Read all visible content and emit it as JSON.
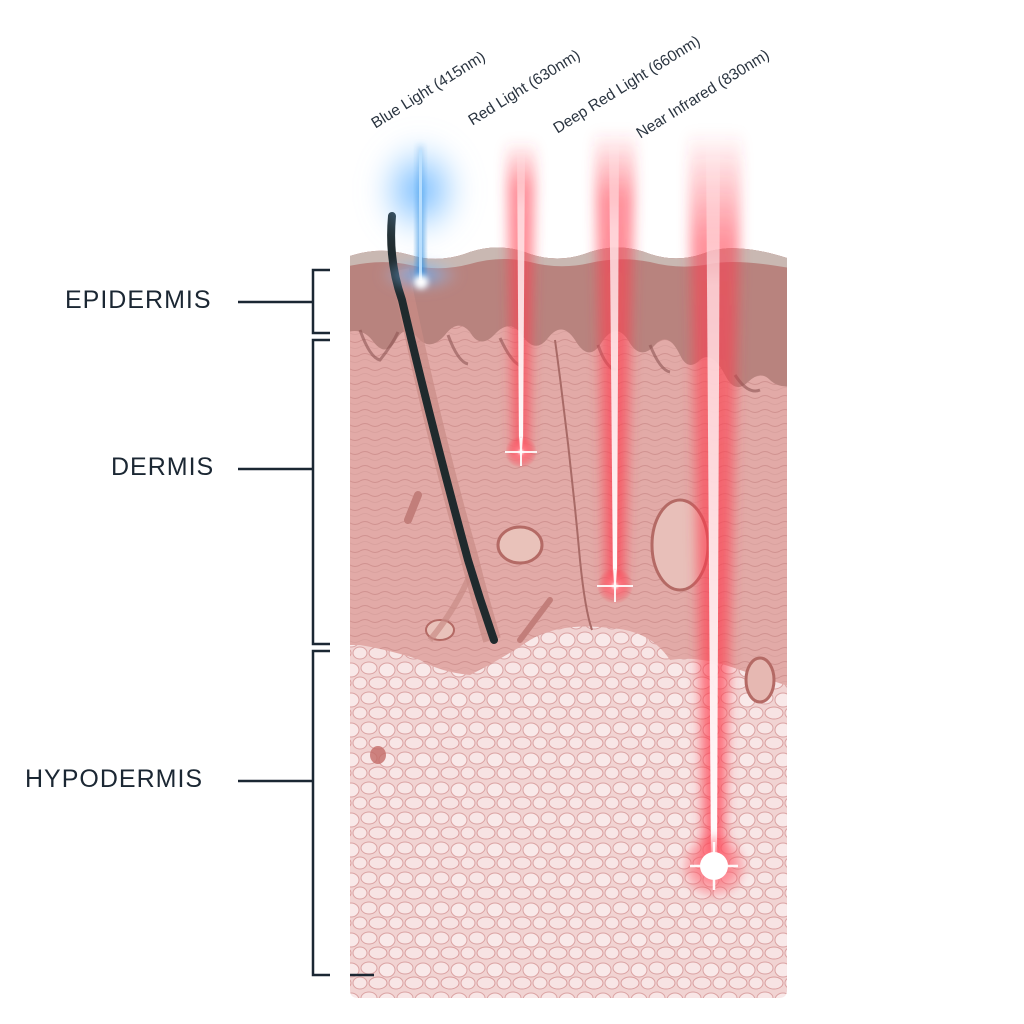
{
  "layers": [
    {
      "id": "epidermis",
      "label": "EPIDERMIS"
    },
    {
      "id": "dermis",
      "label": "DERMIS"
    },
    {
      "id": "hypodermis",
      "label": "HYPODERMIS"
    }
  ],
  "lights": [
    {
      "id": "blue",
      "label": "Blue Light (415nm)",
      "color": "#2f8fe0",
      "penetration": "epidermis"
    },
    {
      "id": "red",
      "label": "Red Light (630nm)",
      "color": "#ff2d3f",
      "penetration": "dermis"
    },
    {
      "id": "deep-red",
      "label": "Deep Red Light (660nm)",
      "color": "#ff2d3f",
      "penetration": "deep dermis"
    },
    {
      "id": "near-infrared",
      "label": "Near Infrared  (830nm)",
      "color": "#ff2d3f",
      "penetration": "hypodermis"
    }
  ],
  "colors": {
    "epidermis": "#b88580",
    "dermis": "#e0a7a4",
    "hypodermis": "#f1cfce",
    "bracket": "#1b2733",
    "hair": "#1f2a2d"
  }
}
